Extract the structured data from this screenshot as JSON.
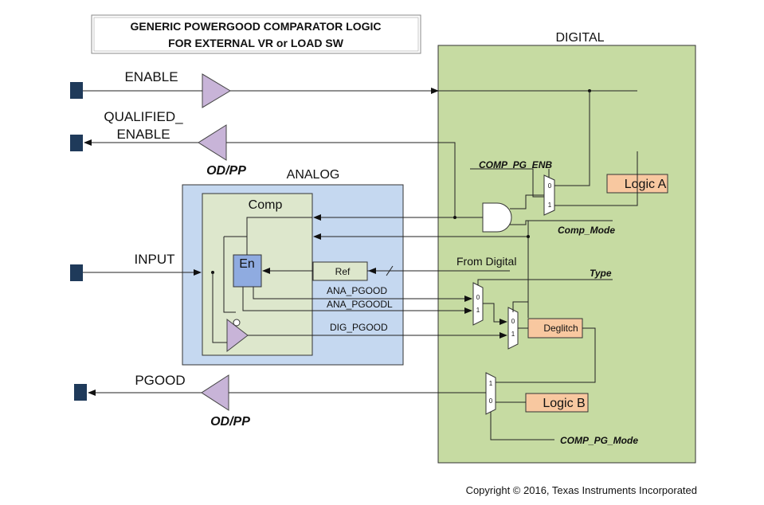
{
  "title": {
    "line1": "GENERIC POWERGOOD COMPARATOR LOGIC",
    "line2": "FOR EXTERNAL VR or LOAD SW"
  },
  "blocks": {
    "digital_label": "DIGITAL",
    "analog_label": "ANALOG",
    "comp_label": "Comp",
    "en_label": "En",
    "ref_label": "Ref",
    "logic_a": "Logic A",
    "logic_b": "Logic B",
    "deglitch": "Deglitch"
  },
  "pins": {
    "enable": "ENABLE",
    "qualified_enable_1": "QUALIFIED_",
    "qualified_enable_2": "ENABLE",
    "input": "INPUT",
    "pgood": "PGOOD",
    "odpp_top": "OD/PP",
    "odpp_bottom": "OD/PP"
  },
  "signals": {
    "comp_pg_enb": "COMP_PG_ENB",
    "comp_mode": "Comp_Mode",
    "from_digital": "From Digital",
    "type": "Type",
    "ana_pgood": "ANA_PGOOD",
    "ana_pgoodl": "ANA_PGOODL",
    "dig_pgood": "DIG_PGOOD",
    "comp_pg_mode": "COMP_PG_Mode"
  },
  "mux_inputs": {
    "zero": "0",
    "one": "1"
  },
  "colors": {
    "digital_fill": "#c6dba2",
    "analog_fill": "#c5d8f0",
    "comp_fill": "#dde7cc",
    "en_fill": "#8fabe0",
    "logic_fill": "#f8c8a0",
    "buffer_fill": "#c8b4d8",
    "pin_fill": "#1f3a5a"
  },
  "footer": {
    "copyright": "Copyright © 2016, Texas Instruments Incorporated"
  }
}
